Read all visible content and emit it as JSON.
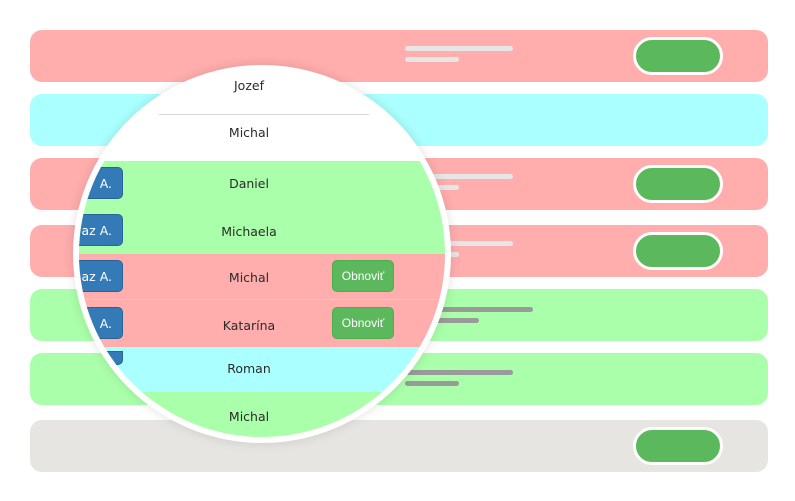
{
  "colors": {
    "red_row": "#ffadad",
    "cyan_row": "#aaffff",
    "green_row": "#aaffaa",
    "gray_row": "#e6e5e1",
    "green_button": "#5cb85c",
    "blue_button": "#337ab7"
  },
  "background_rows": [
    {
      "status": "red",
      "has_pill": true
    },
    {
      "status": "cyan",
      "has_pill": false
    },
    {
      "status": "red",
      "has_pill": true
    },
    {
      "status": "red",
      "has_pill": true
    },
    {
      "status": "green",
      "has_pill": false
    },
    {
      "status": "green",
      "has_pill": false
    },
    {
      "status": "gray",
      "has_pill": true
    }
  ],
  "magnifier": {
    "rows": [
      {
        "name": "Jozef",
        "status": "white"
      },
      {
        "name": "Michal",
        "status": "white"
      },
      {
        "name": "Daniel",
        "status": "green",
        "assign_label": "A."
      },
      {
        "name": "Michaela",
        "status": "green",
        "assign_label": "az A."
      },
      {
        "name": "Michal",
        "status": "red",
        "assign_label": "az A.",
        "action_label": "Obnoviť"
      },
      {
        "name": "Katarína",
        "status": "red",
        "assign_label": "A.",
        "action_label": "Obnoviť"
      },
      {
        "name": "Roman",
        "status": "cyan"
      },
      {
        "name": "Michal",
        "status": "green"
      }
    ]
  }
}
